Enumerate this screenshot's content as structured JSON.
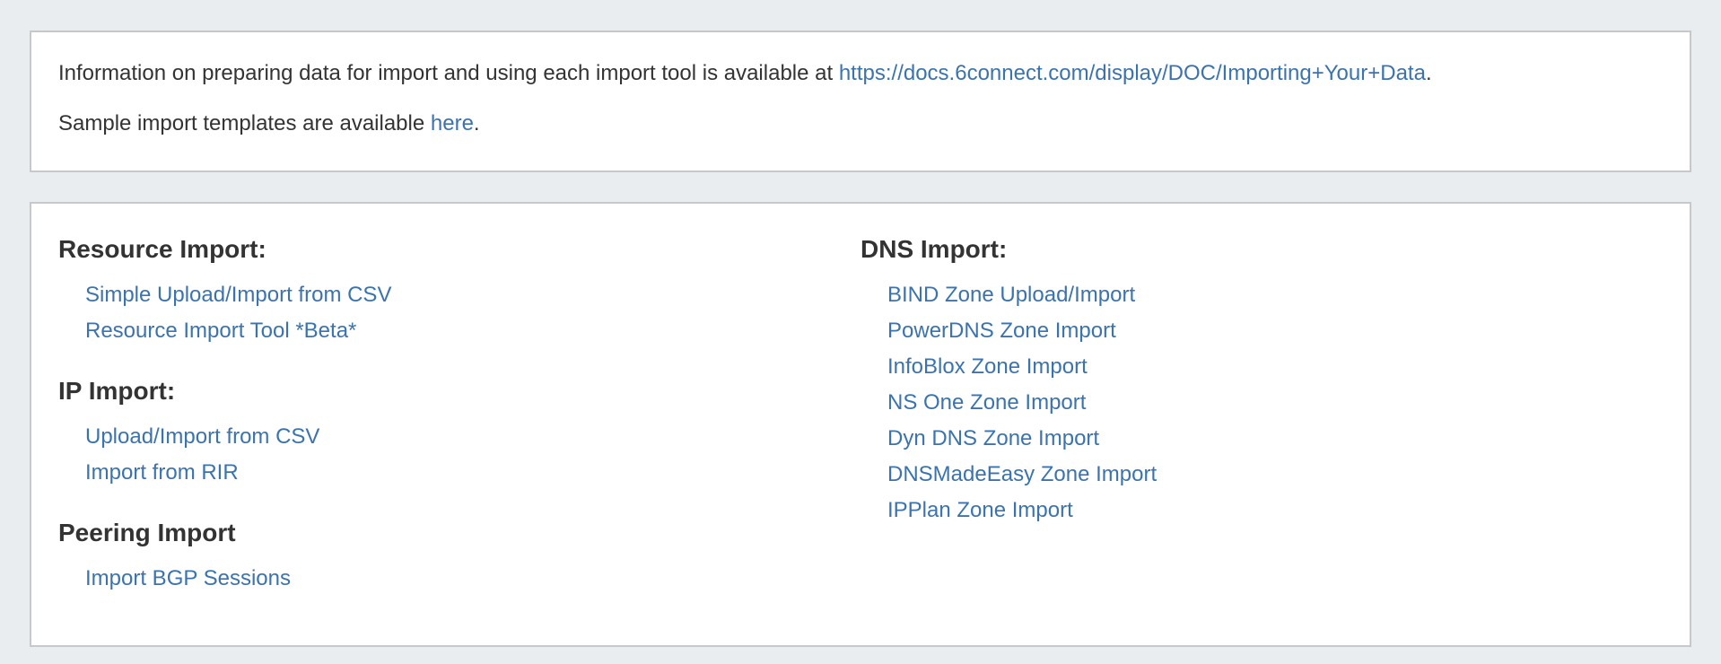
{
  "colors": {
    "background": "#e9edf0",
    "box_border": "#c6c8ca",
    "text": "#333333",
    "link": "#3b73af"
  },
  "info_box": {
    "line1_prefix": "Information on preparing data for import and using each import tool is available at ",
    "line1_link_text": "https://docs.6connect.com/display/DOC/Importing+Your+Data",
    "line1_suffix": ".",
    "line2_prefix": "Sample import templates are available ",
    "line2_link_text": "here",
    "line2_suffix": "."
  },
  "import_box": {
    "columns": [
      {
        "sections": [
          {
            "heading": "Resource Import:",
            "links": [
              "Simple Upload/Import from CSV",
              "Resource Import Tool *Beta*"
            ]
          },
          {
            "heading": "IP Import:",
            "links": [
              "Upload/Import from CSV",
              "Import from RIR"
            ]
          },
          {
            "heading": "Peering Import",
            "links": [
              "Import BGP Sessions"
            ]
          }
        ]
      },
      {
        "sections": [
          {
            "heading": "DNS Import:",
            "links": [
              "BIND Zone Upload/Import",
              "PowerDNS Zone Import",
              "InfoBlox Zone Import",
              "NS One Zone Import",
              "Dyn DNS Zone Import",
              "DNSMadeEasy Zone Import",
              "IPPlan Zone Import"
            ]
          }
        ]
      }
    ]
  }
}
